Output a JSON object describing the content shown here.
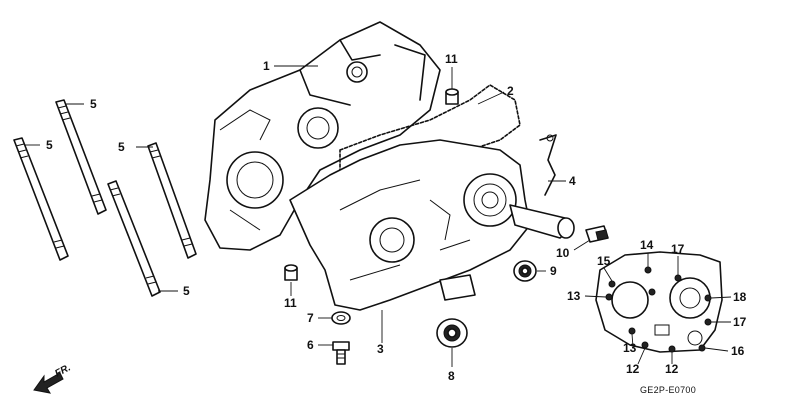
{
  "callouts": {
    "c1": "1",
    "c2": "2",
    "c3": "3",
    "c4": "4",
    "c5a": "5",
    "c5b": "5",
    "c5c": "5",
    "c5d": "5",
    "c6": "6",
    "c7": "7",
    "c8": "8",
    "c9": "9",
    "c10": "10",
    "c11a": "11",
    "c11b": "11",
    "c12a": "12",
    "c12b": "12",
    "c13a": "13",
    "c13b": "13",
    "c14": "14",
    "c15": "15",
    "c16": "16",
    "c17a": "17",
    "c17b": "17",
    "c18": "18"
  },
  "direction_label": "FR.",
  "diagram_code": "GE2P-E0700",
  "colors": {
    "line": "#111111",
    "background": "#ffffff"
  }
}
